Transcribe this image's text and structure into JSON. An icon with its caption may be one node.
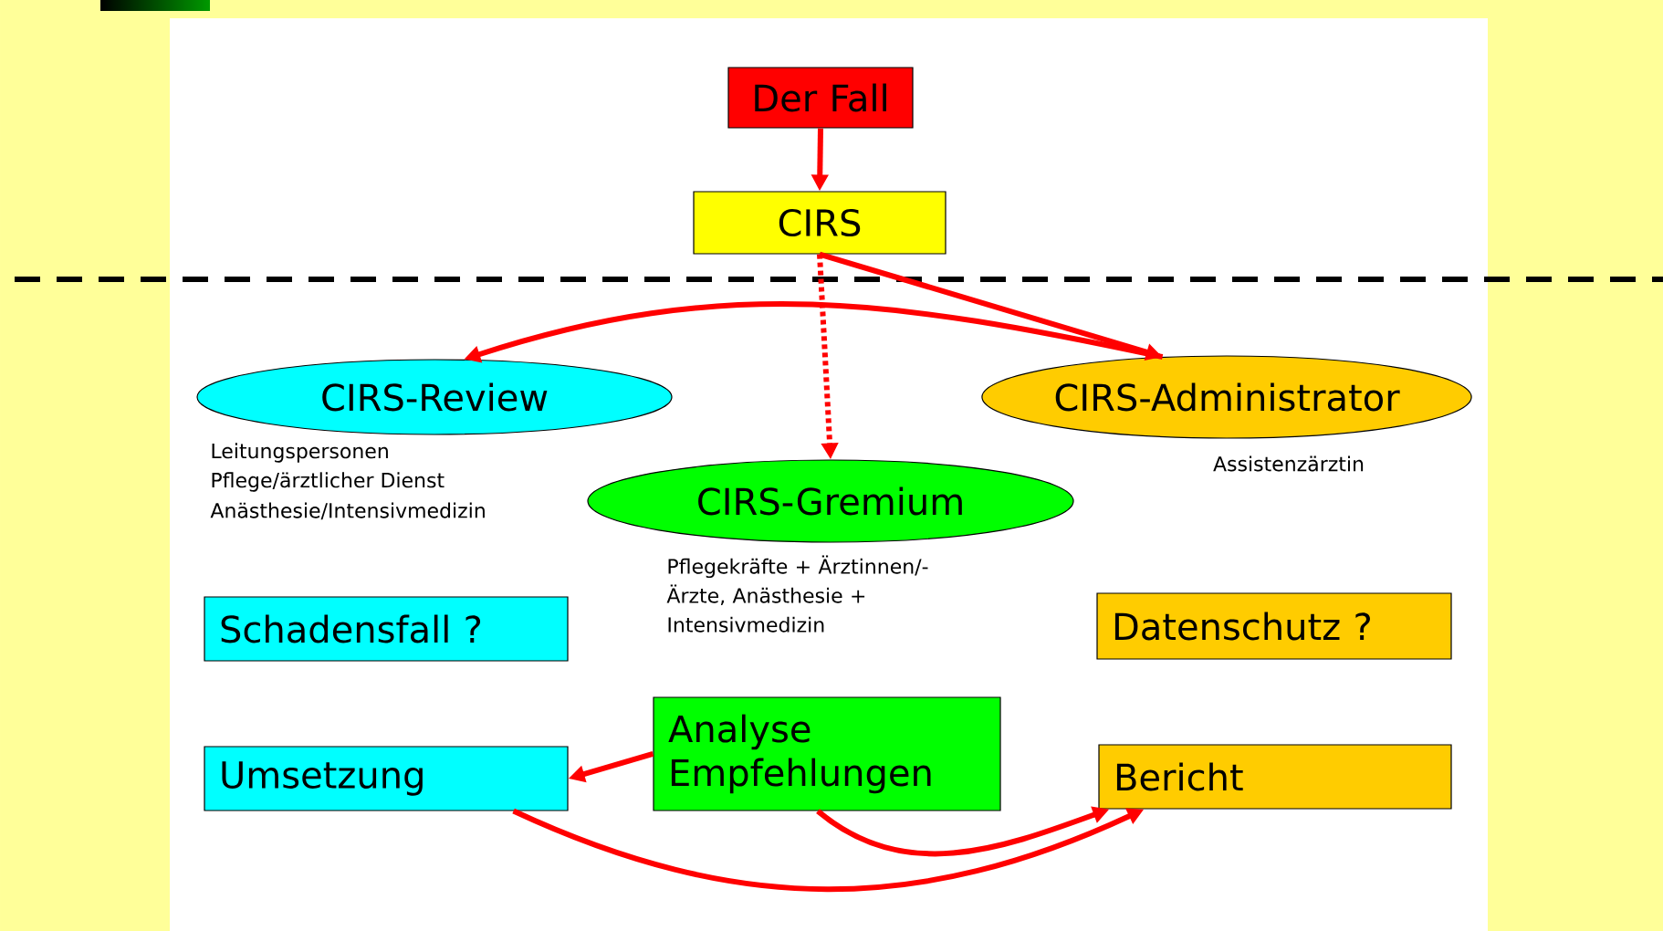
{
  "diagram": {
    "nodes": [
      {
        "text": [
          "Der Fall"
        ]
      },
      {
        "text": [
          "CIRS"
        ]
      },
      {
        "text": [
          "CIRS-Review"
        ],
        "beside": [
          "Leitungspersonen",
          "Pflege/ärztlicher Dienst",
          "Anästhesie/Intensivmedizin"
        ]
      },
      {
        "text": [
          "CIRS-Administrator"
        ],
        "beside": [
          "Assistenzärztin"
        ]
      },
      {
        "text": [
          "CIRS-Gremium"
        ],
        "beside": [
          "Pflegekräfte + Ärztinnen/- Ärzte, Anästhesie + Intensivmedizin"
        ]
      },
      {
        "text": [
          "Schadensfall ?"
        ]
      },
      {
        "text": [
          "Datenschutz ?"
        ]
      },
      {
        "text": [
          "Analyse Empfehlungen"
        ]
      },
      {
        "text": [
          "Umsetzung"
        ]
      },
      {
        "text": [
          "Bericht"
        ]
      }
    ],
    "edges": [
      {
        "from": 0,
        "to": 1,
        "arrow": "to"
      },
      {
        "from": 1,
        "to": 3,
        "arrow": "to"
      },
      {
        "from": 3,
        "to": 2,
        "arrow": "to"
      },
      {
        "from": 1,
        "to": 4,
        "arrow": "to",
        "style": "dashed"
      },
      {
        "from": 7,
        "to": 8,
        "arrow": "to"
      },
      {
        "from": 7,
        "to": 9,
        "arrow": "to"
      },
      {
        "from": 8,
        "to": 9,
        "arrow": "to"
      }
    ]
  }
}
